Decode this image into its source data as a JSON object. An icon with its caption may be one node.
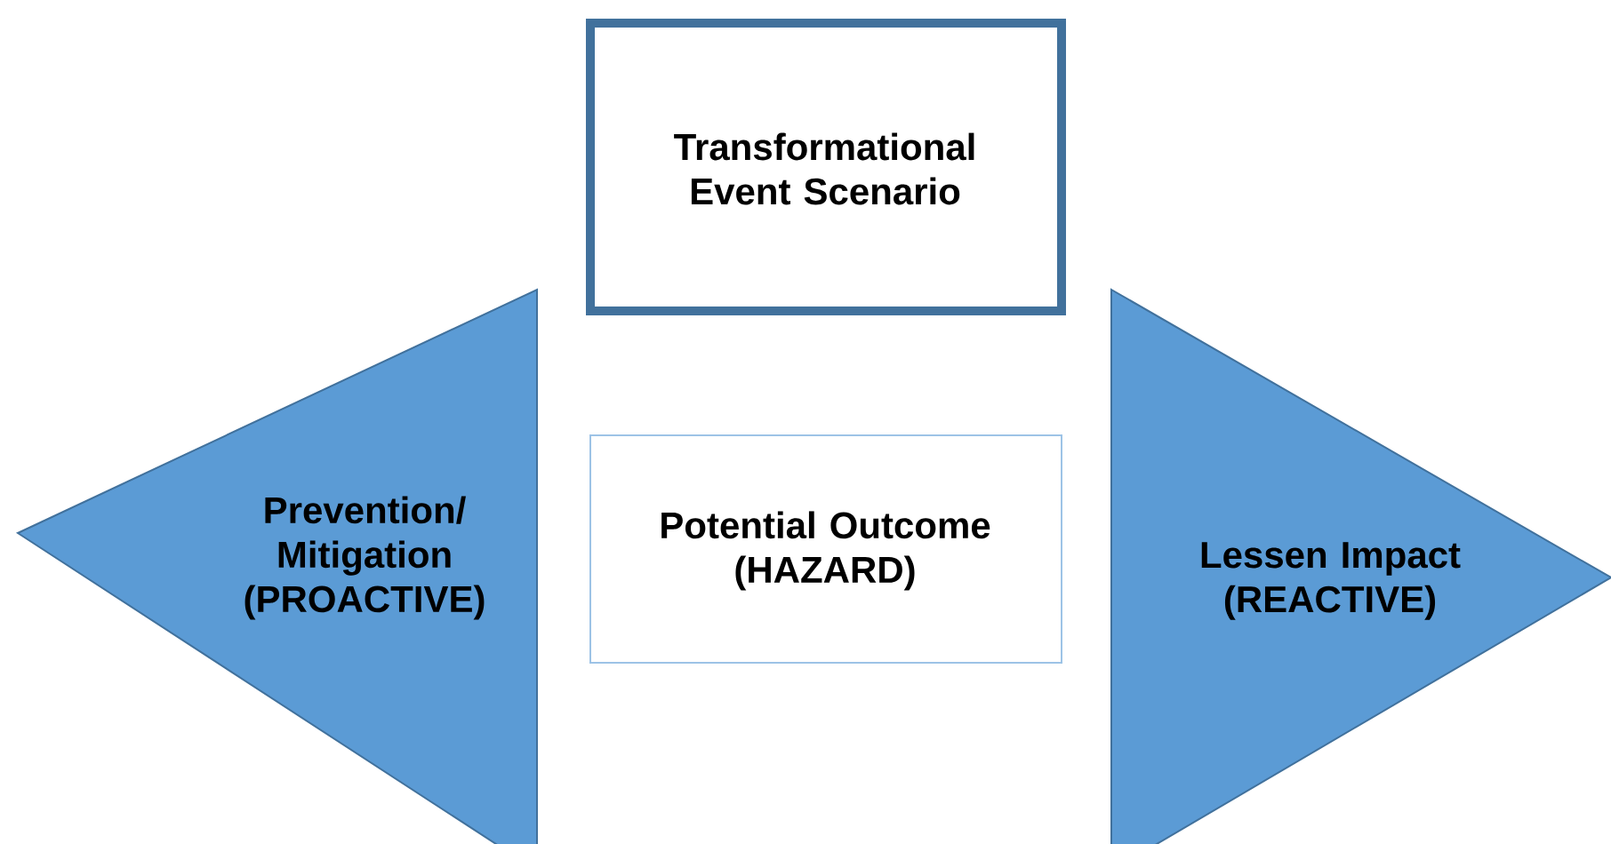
{
  "diagram": {
    "nodes": [
      {
        "text": [
          "Transformational Event Scenario"
        ]
      },
      {
        "text": [
          "Prevention/ Mitigation (PROACTIVE)"
        ]
      },
      {
        "text": [
          "Potential Outcome (HAZARD)"
        ]
      },
      {
        "text": [
          "Lessen Impact (REACTIVE)"
        ]
      }
    ]
  }
}
